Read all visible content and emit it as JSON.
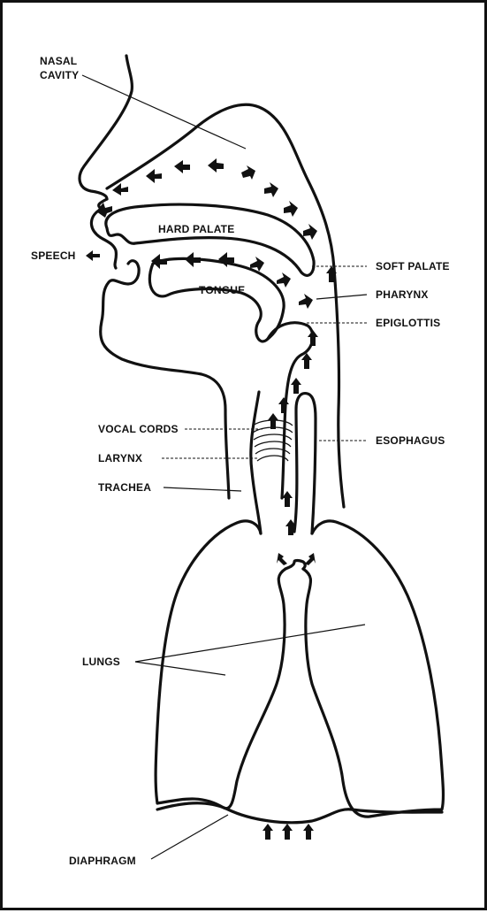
{
  "diagram": {
    "labels": {
      "nasal_cavity_1": "NASAL",
      "nasal_cavity_2": "CAVITY",
      "hard_palate": "HARD PALATE",
      "speech": "SPEECH",
      "soft_palate": "SOFT PALATE",
      "tongue": "TONGUE",
      "pharynx": "PHARYNX",
      "epiglottis": "EPIGLOTTIS",
      "vocal_cords": "VOCAL CORDS",
      "esophagus": "ESOPHAGUS",
      "larynx": "LARYNX",
      "trachea": "TRACHEA",
      "lungs": "LUNGS",
      "diaphragm": "DIAPHRAGM"
    }
  }
}
